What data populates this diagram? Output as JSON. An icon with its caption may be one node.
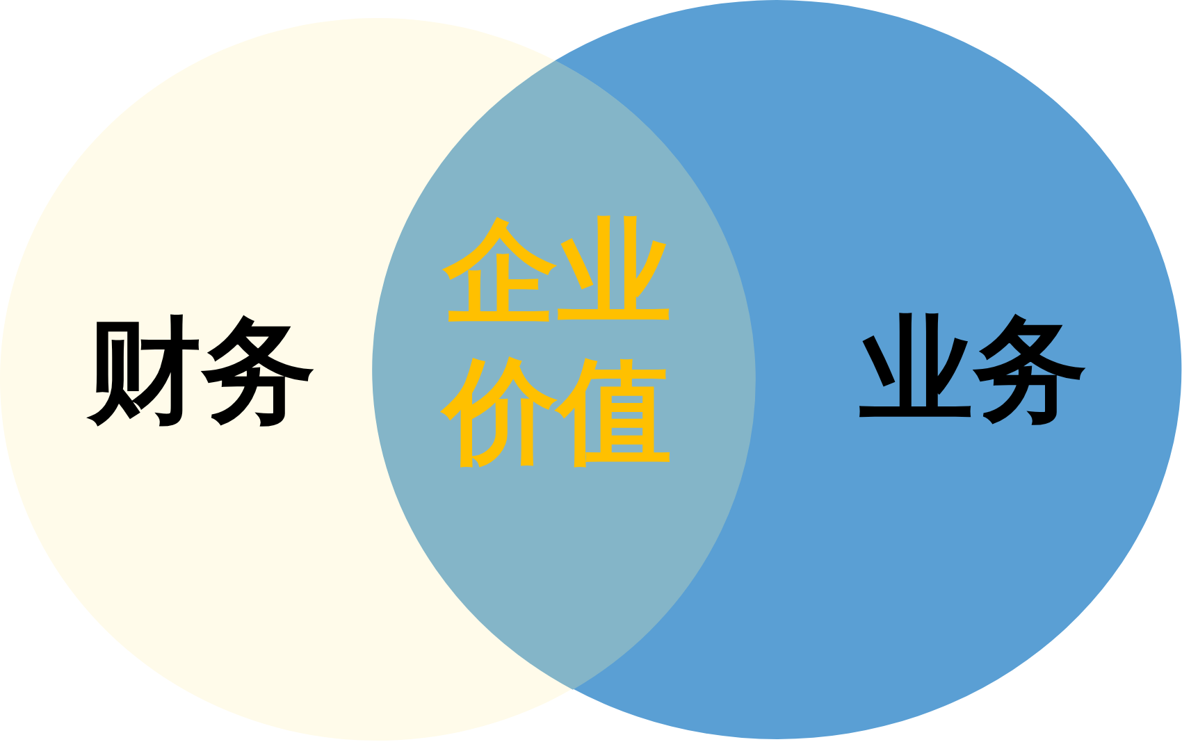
{
  "diagram": {
    "nodes": [
      {
        "text": [
          "财务"
        ]
      },
      {
        "text": [
          "企业价值"
        ]
      },
      {
        "text": [
          "业务"
        ]
      }
    ]
  }
}
